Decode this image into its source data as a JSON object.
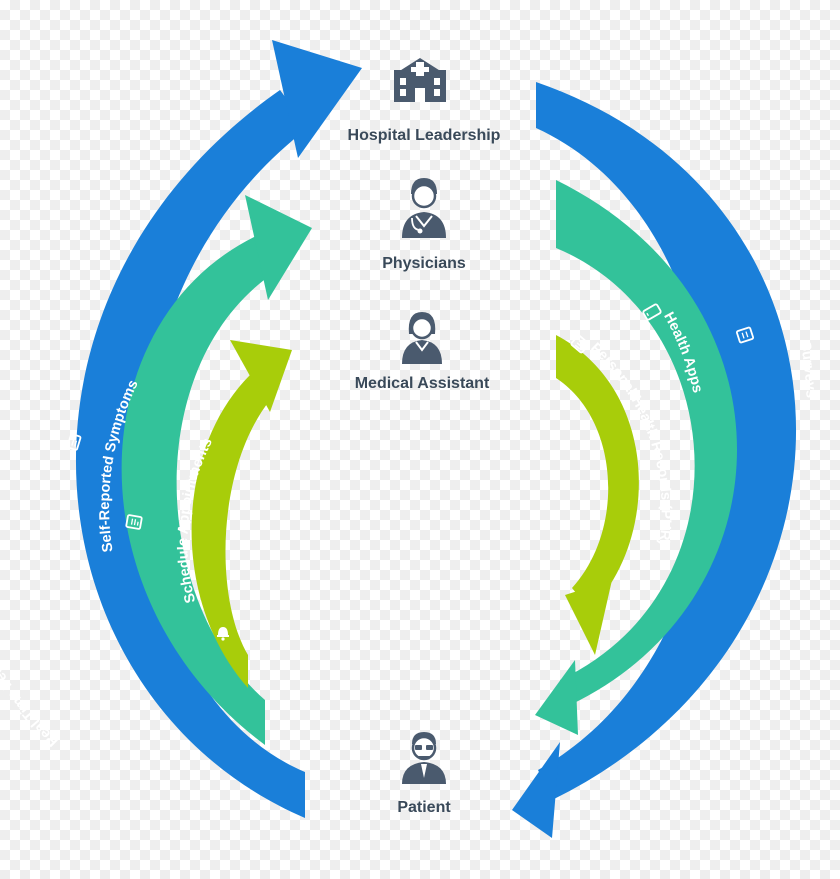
{
  "colors": {
    "blue": "#1a7fd9",
    "green": "#33c29a",
    "lime": "#a8cd0a",
    "icon": "#4a5a6e",
    "text": "#3a4a5a"
  },
  "roles": {
    "hospital_leadership": {
      "label": "Hospital Leadership",
      "icon": "hospital-icon"
    },
    "physicians": {
      "label": "Physicians",
      "icon": "doctor-icon"
    },
    "medical_assistant": {
      "label": "Medical Assistant",
      "icon": "medical-assistant-icon"
    },
    "patient": {
      "label": "Patient",
      "icon": "patient-icon"
    }
  },
  "flows": {
    "real_time_feedback": {
      "label": "Real Time Feedback",
      "icon": "feedback-icon"
    },
    "self_reported_symptoms": {
      "label": "Self-Reported Symptoms",
      "icon": "clipboard-icon"
    },
    "schedule_appointments": {
      "label": "Schedule Appointments",
      "icon": "bell-icon"
    },
    "surveys": {
      "label": "Surveys",
      "icon": "survey-icon"
    },
    "health_apps": {
      "label": "Health Apps",
      "icon": "phone-icon"
    },
    "personal_health_records": {
      "label": "Personal Health Records (PHR)",
      "icon": "records-icon"
    }
  }
}
